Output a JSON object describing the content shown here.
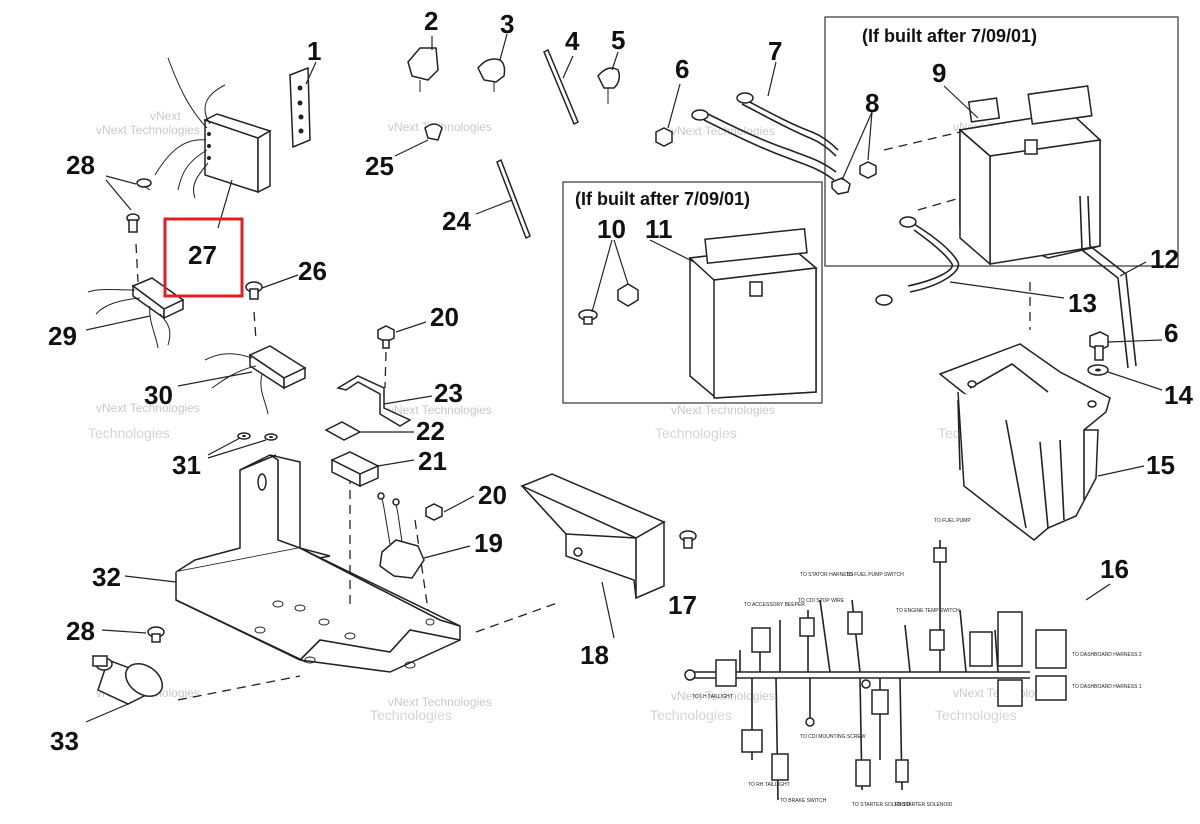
{
  "insets": [
    {
      "title": "(If built after 7/09/01)"
    },
    {
      "title": "(If built after 7/09/01)"
    }
  ],
  "callouts": [
    "1",
    "2",
    "3",
    "4",
    "5",
    "6",
    "7",
    "8",
    "9",
    "10",
    "11",
    "12",
    "13",
    "6",
    "14",
    "15",
    "16",
    "17",
    "18",
    "19",
    "20",
    "20",
    "21",
    "22",
    "23",
    "24",
    "25",
    "26",
    "27",
    "28",
    "28",
    "29",
    "30",
    "31",
    "32",
    "33"
  ],
  "highlighted_callout": "27",
  "watermark": [
    "vNext",
    "Technologies",
    "vNext Technologies"
  ],
  "harness_labels": [
    "TO FUEL PUMP",
    "TO STATOR HARNESS",
    "TO FUEL PUMP SWITCH",
    "TO ACCESSORY BEEPER",
    "TO CDI STOP WIRE",
    "TO ENGINE TEMP SWITCH",
    "TO DASHBOARD HARNESS 2",
    "TO DASHBOARD HARNESS 1",
    "TO CDI MOUNTING SCREW",
    "TO RH TAILLIGHT",
    "TO BRAKE SWITCH",
    "TO STARTER SOLENOID",
    "TO STARTER SOLENOID",
    "TO LH TAILLIGHT"
  ]
}
